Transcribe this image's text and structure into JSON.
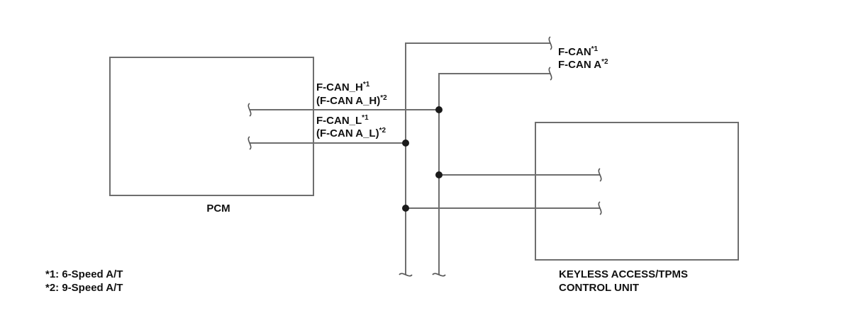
{
  "pcm": {
    "label": "PCM"
  },
  "keyless_unit": {
    "line1": "KEYLESS ACCESS/TPMS",
    "line2": "CONTROL UNIT"
  },
  "wires": {
    "can_h": {
      "main": "F-CAN_H",
      "sup": "*1",
      "alt": "(F-CAN A_H)",
      "alt_sup": "*2"
    },
    "can_l": {
      "main": "F-CAN_L",
      "sup": "*1",
      "alt": "(F-CAN A_L)",
      "alt_sup": "*2"
    }
  },
  "bus": {
    "fcan": {
      "label": "F-CAN",
      "sup": "*1"
    },
    "fcan_a": {
      "label": "F-CAN A",
      "sup": "*2"
    }
  },
  "notes": {
    "n1": "*1: 6-Speed A/T",
    "n2": "*2: 9-Speed A/T"
  }
}
